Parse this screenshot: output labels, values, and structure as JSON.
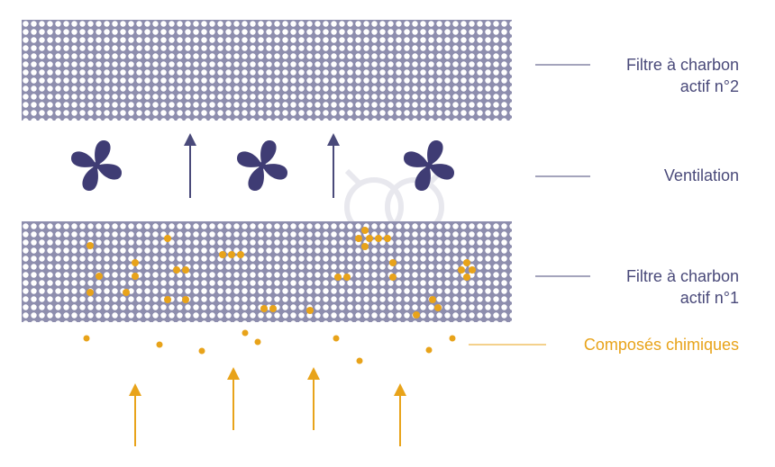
{
  "colors": {
    "filter_bg": "#8e8eae",
    "filter_hole": "#ffffff",
    "accent_purple": "#4a4a7a",
    "fan_color": "#3f3c74",
    "chem_orange": "#e8a31a",
    "leader_line": "#4a4a7a"
  },
  "labels": {
    "filter2_line1": "Filtre à charbon",
    "filter2_line2": "actif n°2",
    "ventilation": "Ventilation",
    "filter1_line1": "Filtre à charbon",
    "filter1_line2": "actif n°1",
    "chemicals": "Composés chimiques"
  },
  "icons": {
    "fan": "fan-icon",
    "airflow_arrow": "arrow-up-icon",
    "watermark": "owl-watermark-icon"
  }
}
